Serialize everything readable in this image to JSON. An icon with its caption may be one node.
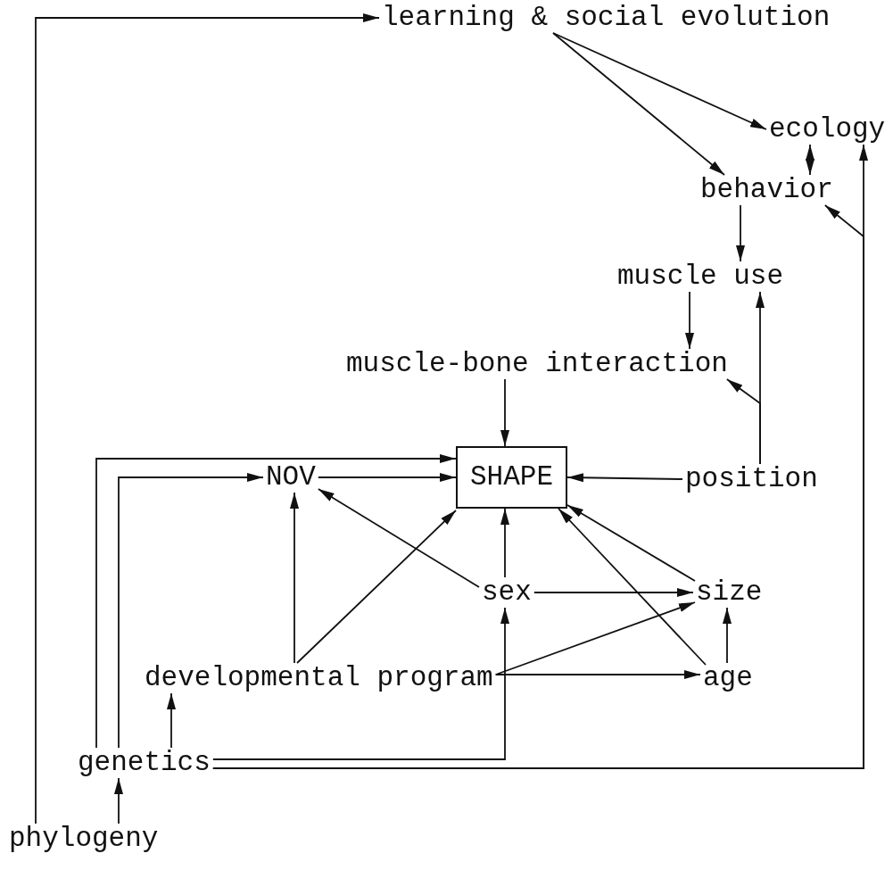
{
  "diagram": {
    "nodes": [
      {
        "text": [
          "learning & social evolution"
        ]
      },
      {
        "text": [
          "ecology"
        ]
      },
      {
        "text": [
          "behavior"
        ]
      },
      {
        "text": [
          "muscle use"
        ]
      },
      {
        "text": [
          "muscle-bone interaction"
        ]
      },
      {
        "text": [
          "SHAPE"
        ]
      },
      {
        "text": [
          "NOV"
        ]
      },
      {
        "text": [
          "position"
        ]
      },
      {
        "text": [
          "sex"
        ]
      },
      {
        "text": [
          "size"
        ]
      },
      {
        "text": [
          "developmental program"
        ]
      },
      {
        "text": [
          "age"
        ]
      },
      {
        "text": [
          "genetics"
        ]
      },
      {
        "text": [
          "phylogeny"
        ]
      }
    ],
    "edges": [
      {
        "from": 13,
        "to": 0,
        "arrow": "to"
      },
      {
        "from": 13,
        "to": 12,
        "arrow": "to"
      },
      {
        "from": 12,
        "to": 5,
        "arrow": "to"
      },
      {
        "from": 12,
        "to": 6,
        "arrow": "to"
      },
      {
        "from": 12,
        "to": 10,
        "arrow": "to"
      },
      {
        "from": 12,
        "to": 8,
        "arrow": "to"
      },
      {
        "from": 12,
        "to": 1,
        "arrow": "to"
      },
      {
        "from": 12,
        "to": 2,
        "arrow": "to"
      },
      {
        "from": 10,
        "to": 6,
        "arrow": "to"
      },
      {
        "from": 10,
        "to": 5,
        "arrow": "to"
      },
      {
        "from": 10,
        "to": 9,
        "arrow": "to"
      },
      {
        "from": 10,
        "to": 11,
        "arrow": "to"
      },
      {
        "from": 6,
        "to": 5,
        "arrow": "to"
      },
      {
        "from": 7,
        "to": 5,
        "arrow": "to"
      },
      {
        "from": 7,
        "to": 3,
        "arrow": "to"
      },
      {
        "from": 7,
        "to": 4,
        "arrow": "to"
      },
      {
        "from": 4,
        "to": 5,
        "arrow": "to"
      },
      {
        "from": 3,
        "to": 4,
        "arrow": "to"
      },
      {
        "from": 2,
        "to": 3,
        "arrow": "to"
      },
      {
        "from": 1,
        "to": 2,
        "arrow": "both"
      },
      {
        "from": 0,
        "to": 1,
        "arrow": "to"
      },
      {
        "from": 0,
        "to": 2,
        "arrow": "to"
      },
      {
        "from": 8,
        "to": 6,
        "arrow": "to"
      },
      {
        "from": 8,
        "to": 5,
        "arrow": "to"
      },
      {
        "from": 8,
        "to": 9,
        "arrow": "to"
      },
      {
        "from": 9,
        "to": 5,
        "arrow": "to"
      },
      {
        "from": 11,
        "to": 5,
        "arrow": "to"
      },
      {
        "from": 11,
        "to": 9,
        "arrow": "to"
      }
    ]
  }
}
